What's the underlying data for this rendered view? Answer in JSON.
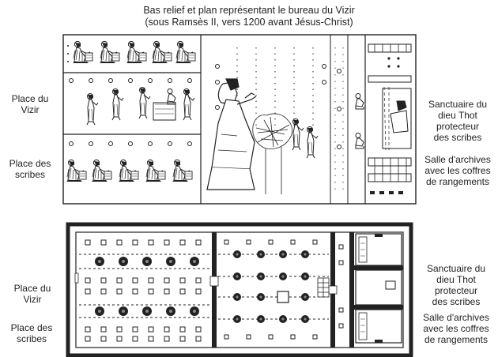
{
  "title": {
    "line1": "Bas relief et plan représentant le bureau du Vizir",
    "line2": "(sous Ramsès II, vers 1200 avant Jésus-Christ)"
  },
  "relief_labels": {
    "vizir": [
      "Place du",
      "Vizir"
    ],
    "scribes": [
      "Place des",
      "scribes"
    ],
    "sanctuaire": [
      "Sanctuaire du",
      "dieu Thot",
      "protecteur",
      "des scribes"
    ],
    "archives": [
      "Salle d'archives",
      "avec les coffres",
      "de rangements"
    ]
  },
  "plan_labels": {
    "vizir": [
      "Place du",
      "Vizir"
    ],
    "scribes": [
      "Place des",
      "scribes"
    ],
    "sanctuaire": [
      "Sanctuaire du",
      "dieu Thot",
      "protecteur",
      "des scribes"
    ],
    "archives": [
      "Salle d'archives",
      "avec les coffres",
      "de rangements"
    ]
  }
}
